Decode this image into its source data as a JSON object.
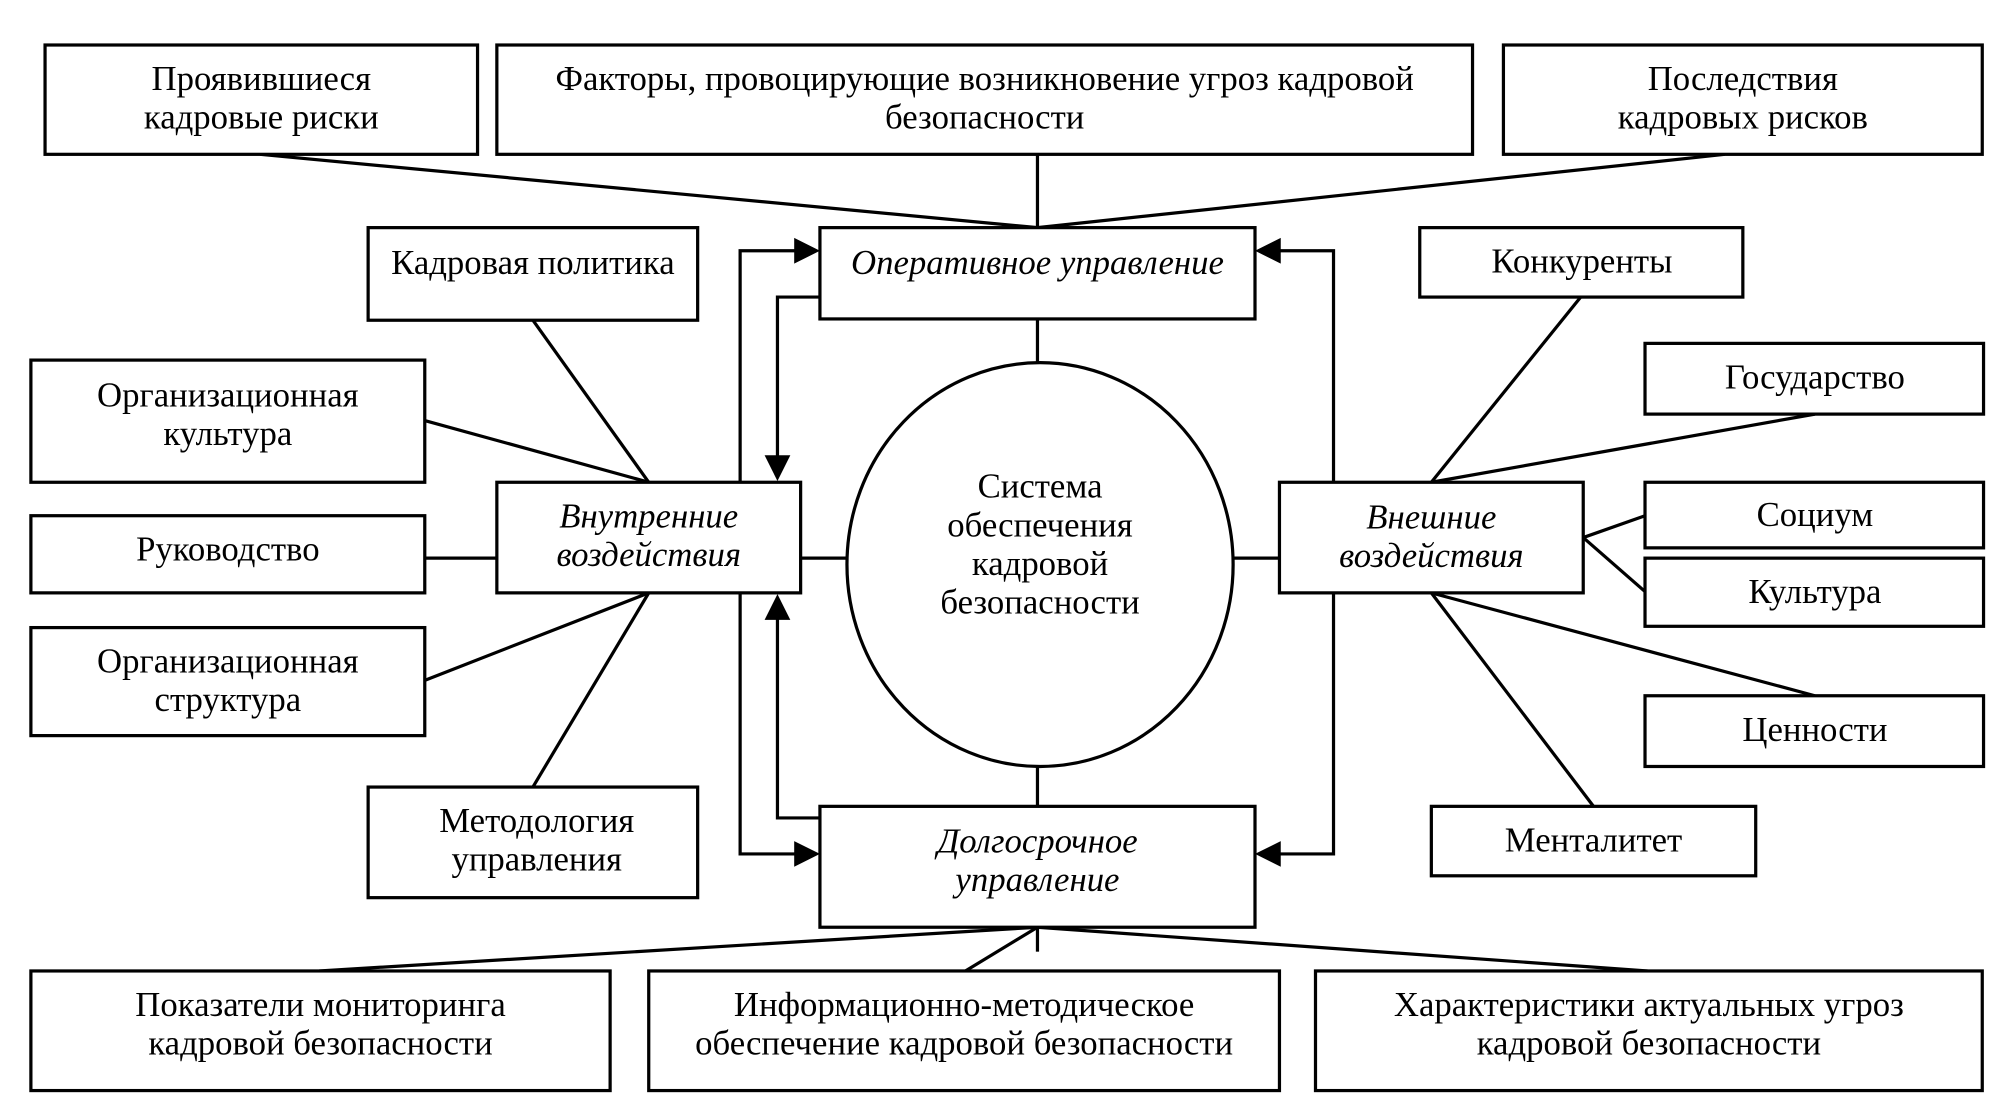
{
  "diagram": {
    "center": {
      "lines": [
        "Система",
        "обеспечения",
        "кадровой",
        "безопасности"
      ]
    },
    "hubs": {
      "operational": {
        "lines": [
          "Оперативное управление"
        ]
      },
      "longterm": {
        "lines": [
          "Долгосрочное",
          "управление"
        ]
      },
      "internal": {
        "lines": [
          "Внутренние",
          "воздействия"
        ]
      },
      "external": {
        "lines": [
          "Внешние",
          "воздействия"
        ]
      }
    },
    "top": [
      {
        "lines": [
          "Проявившиеся",
          "кадровые риски"
        ]
      },
      {
        "lines": [
          "Факторы, провоцирующие возникновение угроз кадровой",
          "безопасности"
        ]
      },
      {
        "lines": [
          "Последствия",
          "кадровых рисков"
        ]
      }
    ],
    "bottom": [
      {
        "lines": [
          "Показатели мониторинга",
          "кадровой безопасности"
        ]
      },
      {
        "lines": [
          "Информационно-методическое",
          "обеспечение кадровой безопасности"
        ]
      },
      {
        "lines": [
          "Характеристики актуальных угроз",
          "кадровой безопасности"
        ]
      }
    ],
    "internal_factors": [
      {
        "lines": [
          "Кадровая политика"
        ]
      },
      {
        "lines": [
          "Организационная",
          "культура"
        ]
      },
      {
        "lines": [
          "Руководство"
        ]
      },
      {
        "lines": [
          "Организационная",
          "структура"
        ]
      },
      {
        "lines": [
          "Методология",
          "управления"
        ]
      }
    ],
    "external_factors": [
      {
        "lines": [
          "Конкуренты"
        ]
      },
      {
        "lines": [
          "Государство"
        ]
      },
      {
        "lines": [
          "Социум"
        ]
      },
      {
        "lines": [
          "Культура"
        ]
      },
      {
        "lines": [
          "Ценности"
        ]
      },
      {
        "lines": [
          "Менталитет"
        ]
      }
    ]
  }
}
